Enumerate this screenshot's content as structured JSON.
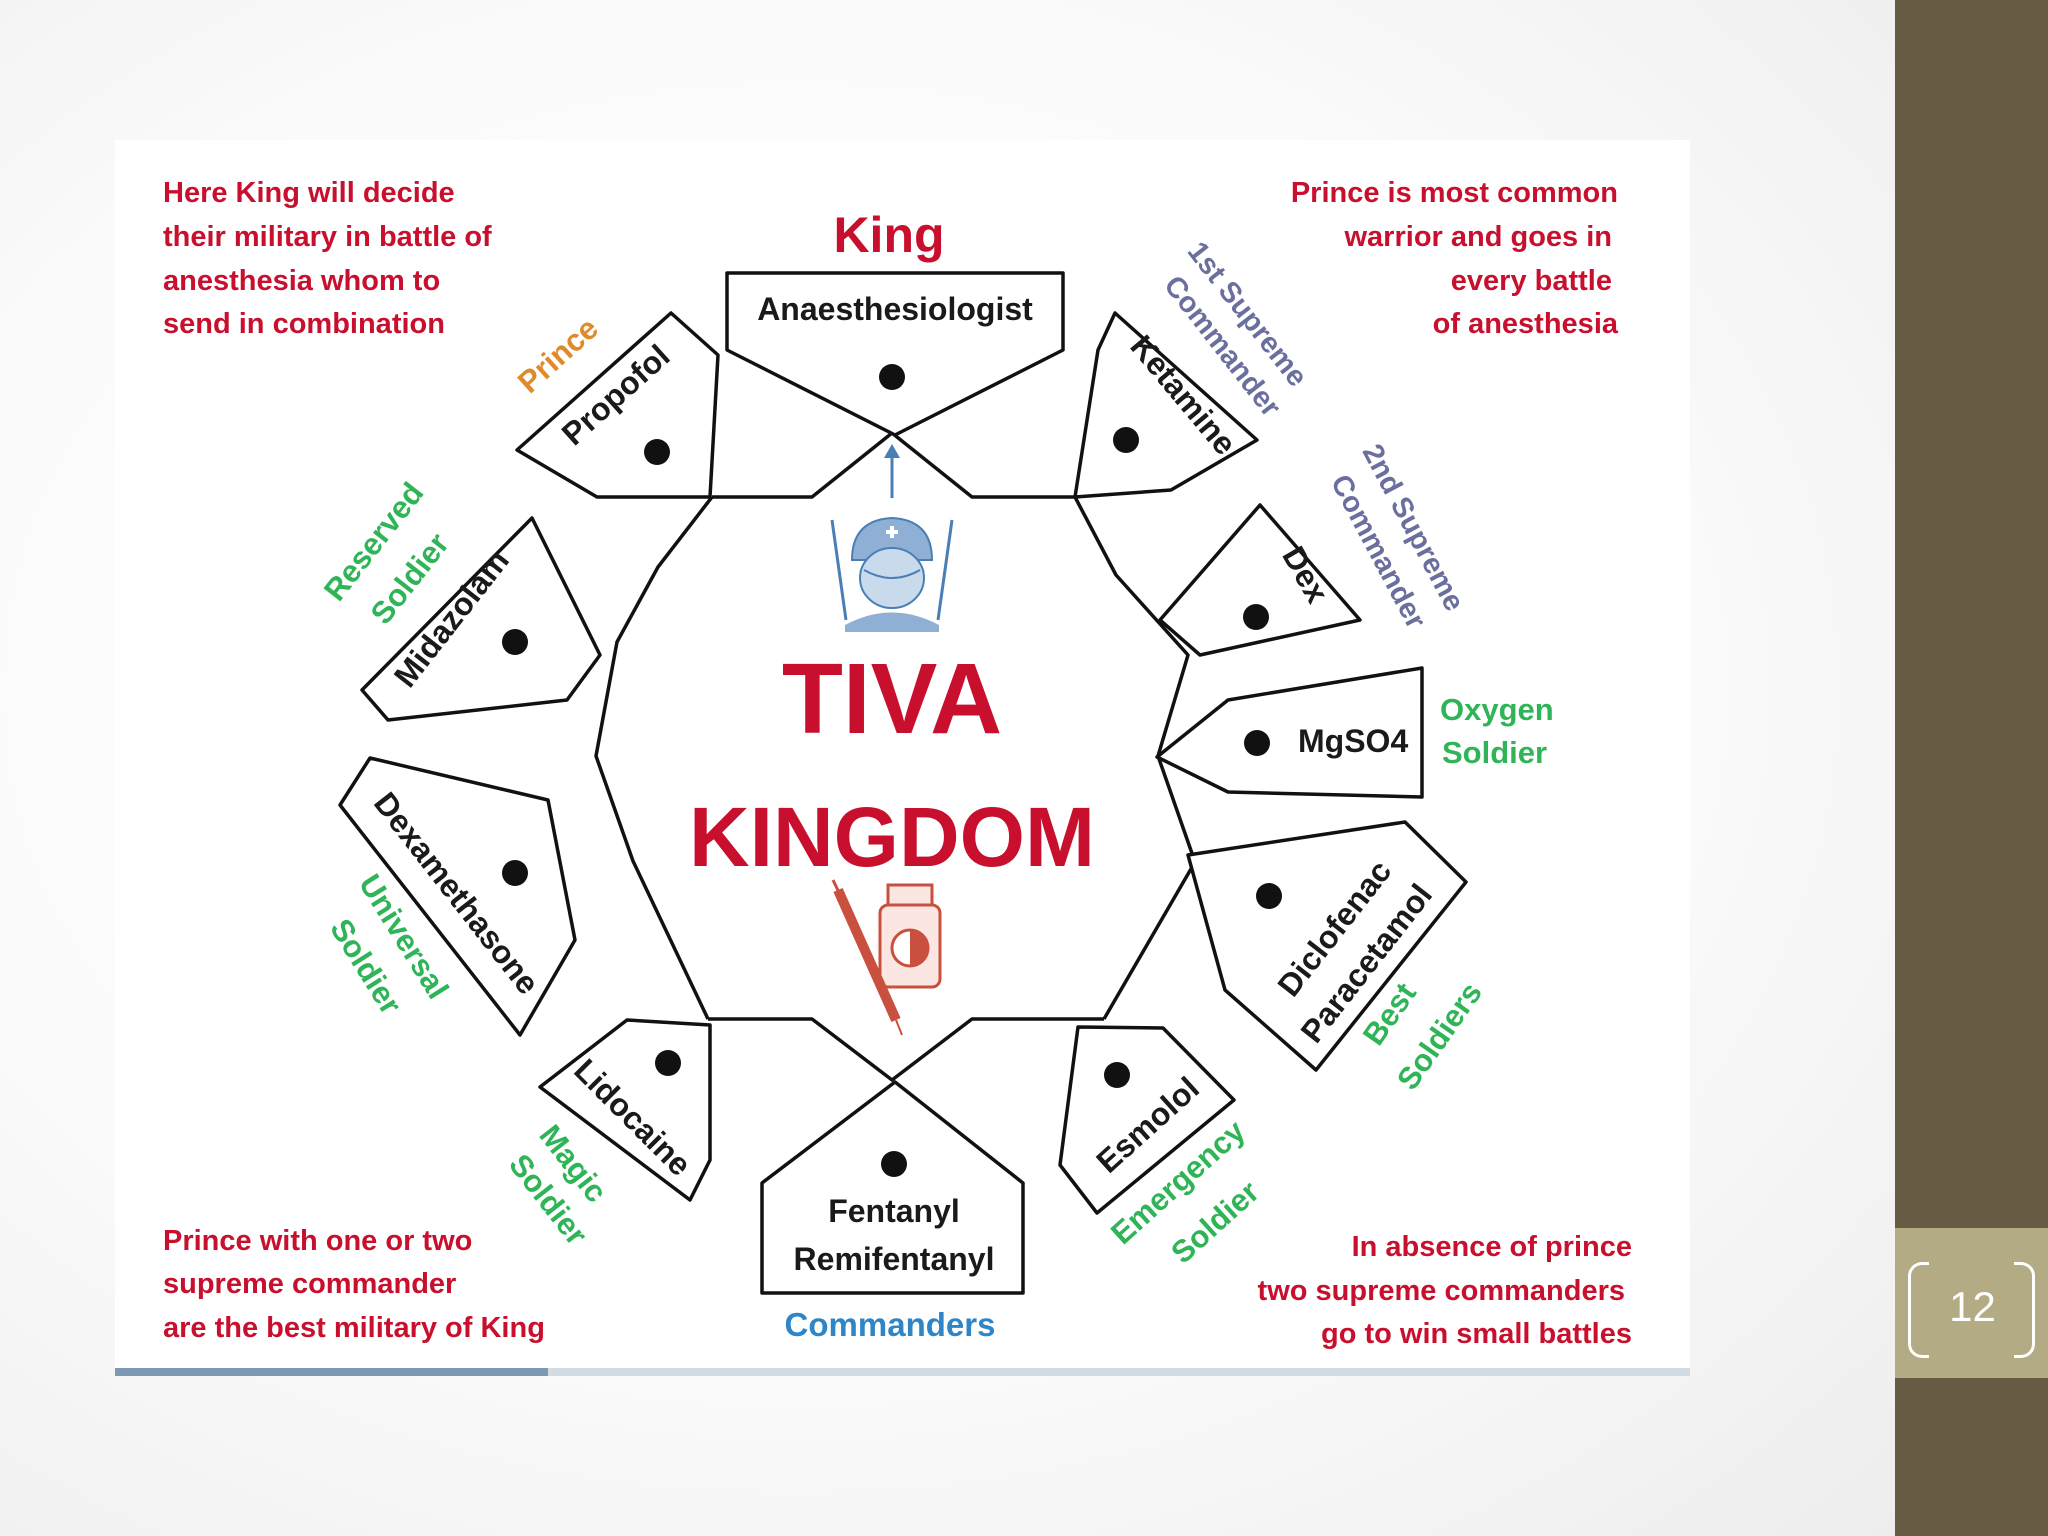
{
  "slide": {
    "page_number": "12"
  },
  "notes": {
    "top_left": [
      "Here King will decide",
      "their military in battle of",
      "anesthesia whom to",
      "send in combination"
    ],
    "top_right": [
      "Prince is most common",
      "warrior and goes in",
      "every battle",
      "of anesthesia"
    ],
    "bottom_left": [
      "Prince with one or two",
      "supreme commander",
      "are the best military of King"
    ],
    "bottom_right": [
      "In absence of prince",
      "two supreme commanders",
      "go to win small battles"
    ]
  },
  "center": {
    "title_line1": "TIVA",
    "title_line2": "KINGDOM"
  },
  "king": {
    "role": "King",
    "label": "Anaesthesiologist"
  },
  "drugs": {
    "propofol": {
      "label": "Propofol",
      "role": "Prince"
    },
    "ketamine": {
      "label": "Ketamine",
      "role_line1": "1st Supreme",
      "role_line2": "Commander"
    },
    "dex": {
      "label": "Dex",
      "role_line1": "2nd Supreme",
      "role_line2": "Commander"
    },
    "mgso4": {
      "label": "MgSO4",
      "role_line1": "Oxygen",
      "role_line2": "Soldier"
    },
    "diclofenac": {
      "label_line1": "Diclofenac",
      "label_line2": "Paracetamol",
      "role_line1": "Best",
      "role_line2": "Soldiers"
    },
    "esmolol": {
      "label": "Esmolol",
      "role_line1": "Emergency",
      "role_line2": "Soldier"
    },
    "fentanyl": {
      "label_line1": "Fentanyl",
      "label_line2": "Remifentanyl",
      "role": "Commanders"
    },
    "lidocaine": {
      "label": "Lidocaine",
      "role_line1": "Magic",
      "role_line2": "Soldier"
    },
    "dexamethasone": {
      "label": "Dexamethasone",
      "role_line1": "Universal",
      "role_line2": "Soldier"
    },
    "midazolam": {
      "label": "Midazolam",
      "role_line1": "Reserved",
      "role_line2": "Soldier"
    }
  },
  "colors": {
    "red": "#c8102e",
    "green": "#2fb457",
    "purple": "#6b6f9e",
    "orange": "#e08a2a",
    "blue": "#2e86c8",
    "panel": "#675b43",
    "panel_light": "#b3ab83"
  },
  "icons": [
    "anesthesiologist-icon",
    "syringe-vial-icon"
  ]
}
